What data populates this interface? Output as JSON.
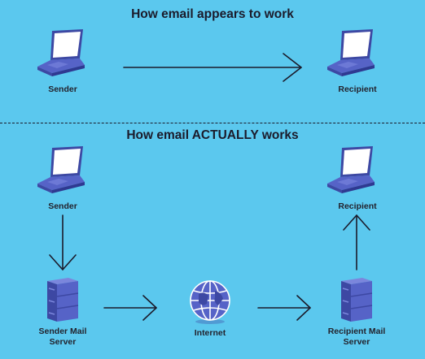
{
  "top": {
    "heading": "How email appears to work",
    "sender_label": "Sender",
    "recipient_label": "Recipient"
  },
  "bottom": {
    "heading": "How email ACTUALLY works",
    "sender_label": "Sender",
    "recipient_label": "Recipient",
    "sender_server_line1": "Sender Mail",
    "sender_server_line2": "Server",
    "internet_label": "Internet",
    "recipient_server_line1": "Recipient Mail",
    "recipient_server_line2": "Server"
  },
  "colors": {
    "background": "#5bc8ee",
    "device": "#5663c7",
    "device_dark": "#3d48a3",
    "screen": "#ffffff",
    "arrow": "#1b1b2b"
  },
  "icons": [
    "laptop-icon",
    "server-icon",
    "globe-icon"
  ]
}
